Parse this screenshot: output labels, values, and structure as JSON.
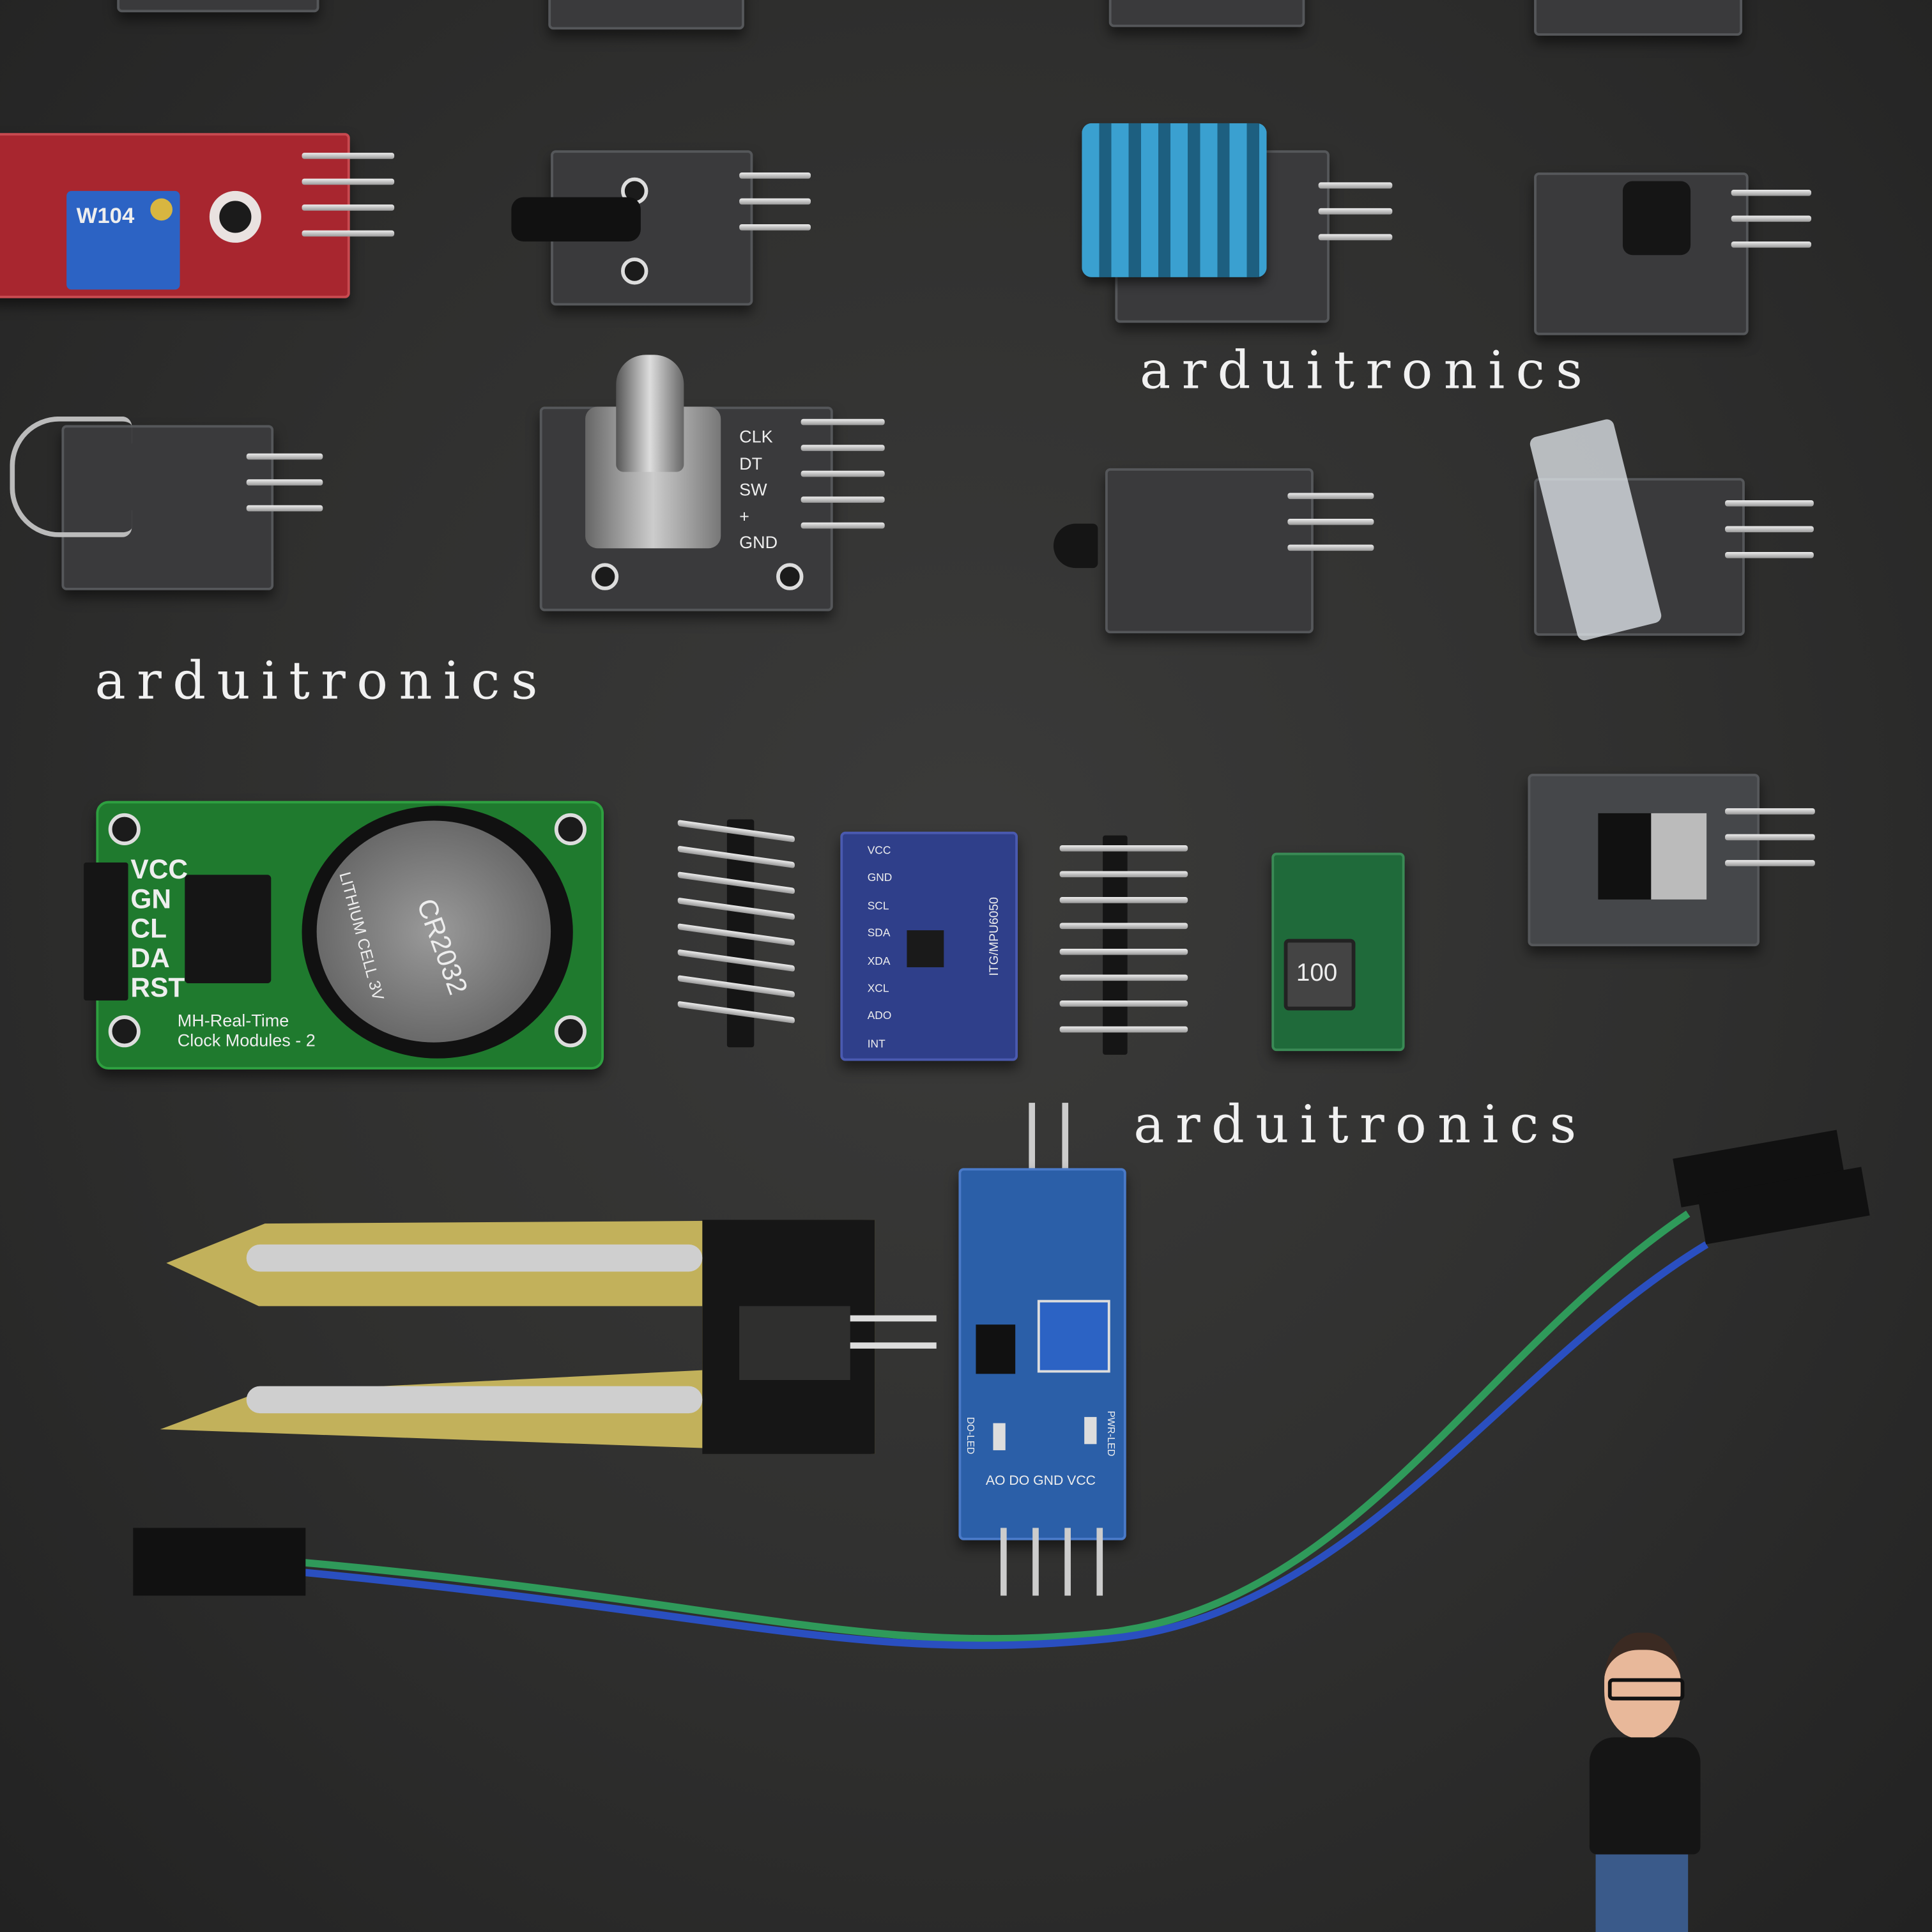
{
  "watermarks": [
    "arduitronics",
    "arduitronics",
    "arduitronics"
  ],
  "rtc": {
    "pins": [
      "VCC",
      "GN",
      "CL",
      "DA",
      "RST"
    ],
    "title_line1": "MH-Real-Time",
    "title_line2": "Clock Modules - 2",
    "battery": "CR2032",
    "battery_sub": "LITHIUM CELL 3V"
  },
  "encoder": {
    "pins": [
      "CLK",
      "DT",
      "SW",
      "+",
      "GND"
    ]
  },
  "mpu": {
    "pins": [
      "VCC",
      "GND",
      "SCL",
      "SDA",
      "XDA",
      "XCL",
      "ADO",
      "INT"
    ],
    "chip": "ITG/MPU6050"
  },
  "buck": {
    "inductor": "100"
  },
  "red_board": {
    "pot": "W104"
  },
  "comparator": {
    "pins": "AO DO GND VCC",
    "pwr": "PWR-LED",
    "do": "DO-LED"
  },
  "colors": {
    "background": "#2f2f2e",
    "rtc_green": "#1f7a2e",
    "mpu_blue": "#2f3f8a",
    "dht_blue": "#3aa0d0",
    "wire_green": "#2f9a5a",
    "wire_blue": "#2a4fc0"
  }
}
